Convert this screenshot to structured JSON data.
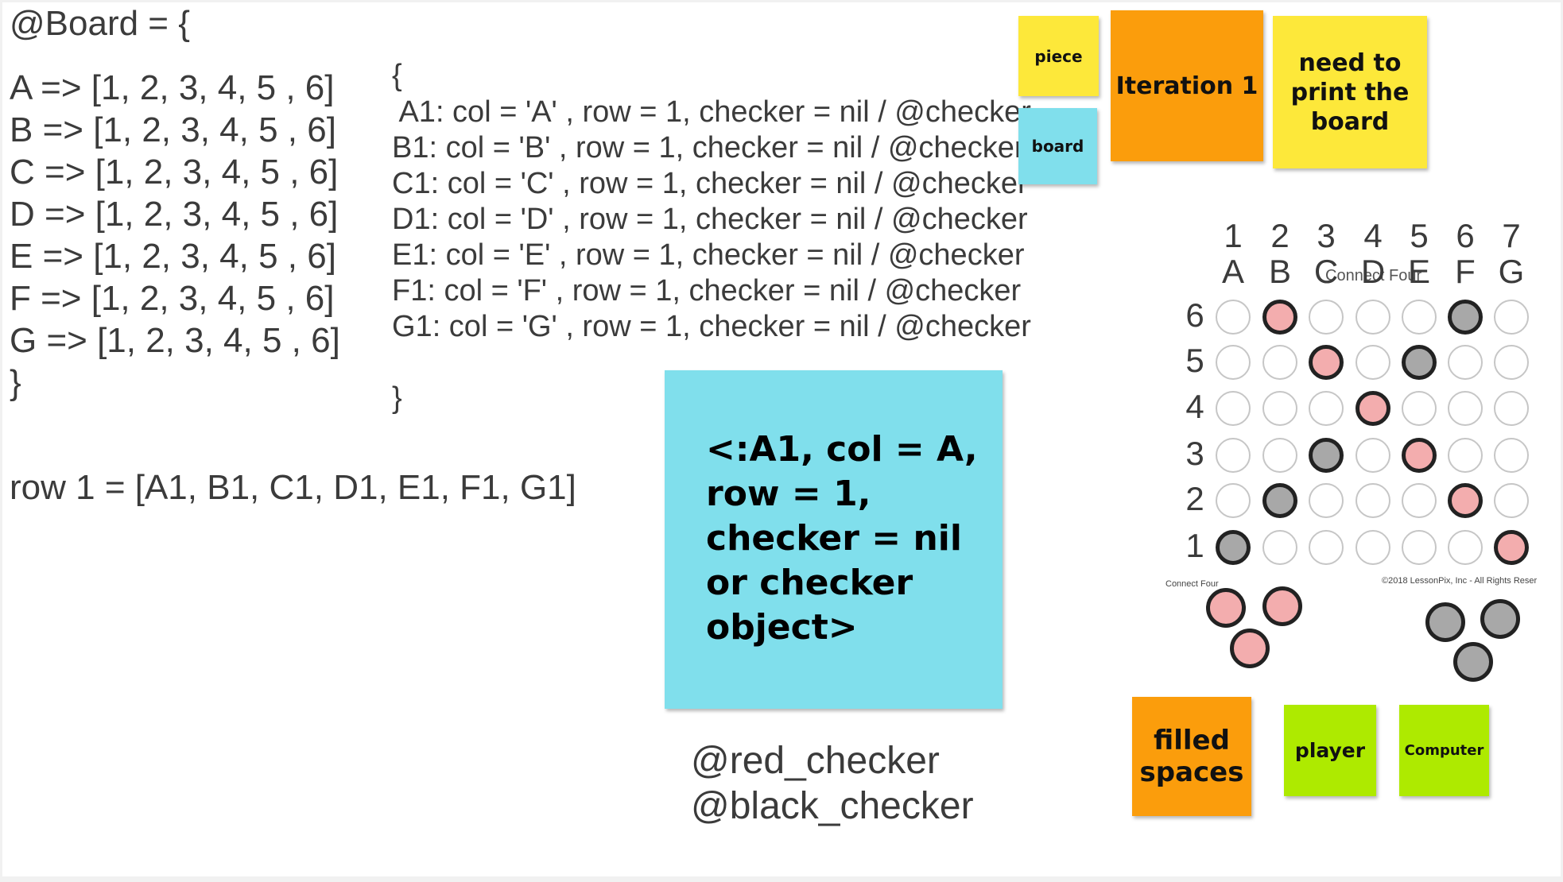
{
  "board_hash": {
    "title": "@Board = {",
    "lines": [
      "A => [1, 2, 3, 4, 5 , 6]",
      "B => [1, 2, 3, 4, 5 , 6]",
      "C => [1, 2, 3, 4, 5 , 6]",
      "D => [1, 2, 3, 4, 5 , 6]",
      "E => [1, 2, 3, 4, 5 , 6]",
      "F => [1, 2, 3, 4, 5 , 6]",
      "G => [1, 2, 3, 4, 5 , 6]"
    ],
    "close": "}"
  },
  "row_line": "row 1 = [A1, B1, C1, D1, E1, F1, G1]",
  "cells_block": {
    "open": "{",
    "lines": [
      " A1: col = 'A' , row = 1, checker = nil / @checker",
      "B1: col = 'B' , row = 1, checker = nil / @checker",
      "C1: col = 'C' , row = 1, checker = nil / @checker",
      "D1: col = 'D' , row = 1, checker = nil / @checker",
      "E1: col = 'E' , row = 1, checker = nil / @checker",
      "F1: col = 'F' , row = 1, checker = nil / @checker",
      "G1: col = 'G' , row = 1, checker = nil / @checker"
    ],
    "close": "}"
  },
  "cell_note": "<:A1, col = A,\nrow = 1,\nchecker = nil\nor checker\nobject>",
  "checkers": [
    "@red_checker",
    "@black_checker"
  ],
  "sticky_notes": {
    "piece": "piece",
    "board": "board",
    "iteration": "Iteration 1",
    "print": "need to print the board",
    "filled": "filled spaces",
    "player": "player",
    "computer": "Computer"
  },
  "game_board": {
    "column_numbers": [
      "1",
      "2",
      "3",
      "4",
      "5",
      "6",
      "7"
    ],
    "column_letters": [
      "A",
      "B",
      "C",
      "D",
      "E",
      "F",
      "G"
    ],
    "row_labels": [
      "6",
      "5",
      "4",
      "3",
      "2",
      "1"
    ],
    "grid": [
      [
        ".",
        "R",
        ".",
        ".",
        ".",
        "B",
        "."
      ],
      [
        ".",
        ".",
        "R",
        ".",
        "B",
        ".",
        "."
      ],
      [
        ".",
        ".",
        ".",
        "R",
        ".",
        ".",
        "."
      ],
      [
        ".",
        ".",
        "B",
        ".",
        "R",
        ".",
        "."
      ],
      [
        ".",
        "B",
        ".",
        ".",
        ".",
        "R",
        "."
      ],
      [
        "B",
        ".",
        ".",
        ".",
        ".",
        ".",
        "R"
      ]
    ],
    "image_title": "Connect Four",
    "image_caption_left": "Connect Four",
    "image_caption_right": "©2018 LessonPix, Inc - All Rights Reser",
    "red_color": "#f3adae",
    "black_color": "#a8a8a8"
  }
}
